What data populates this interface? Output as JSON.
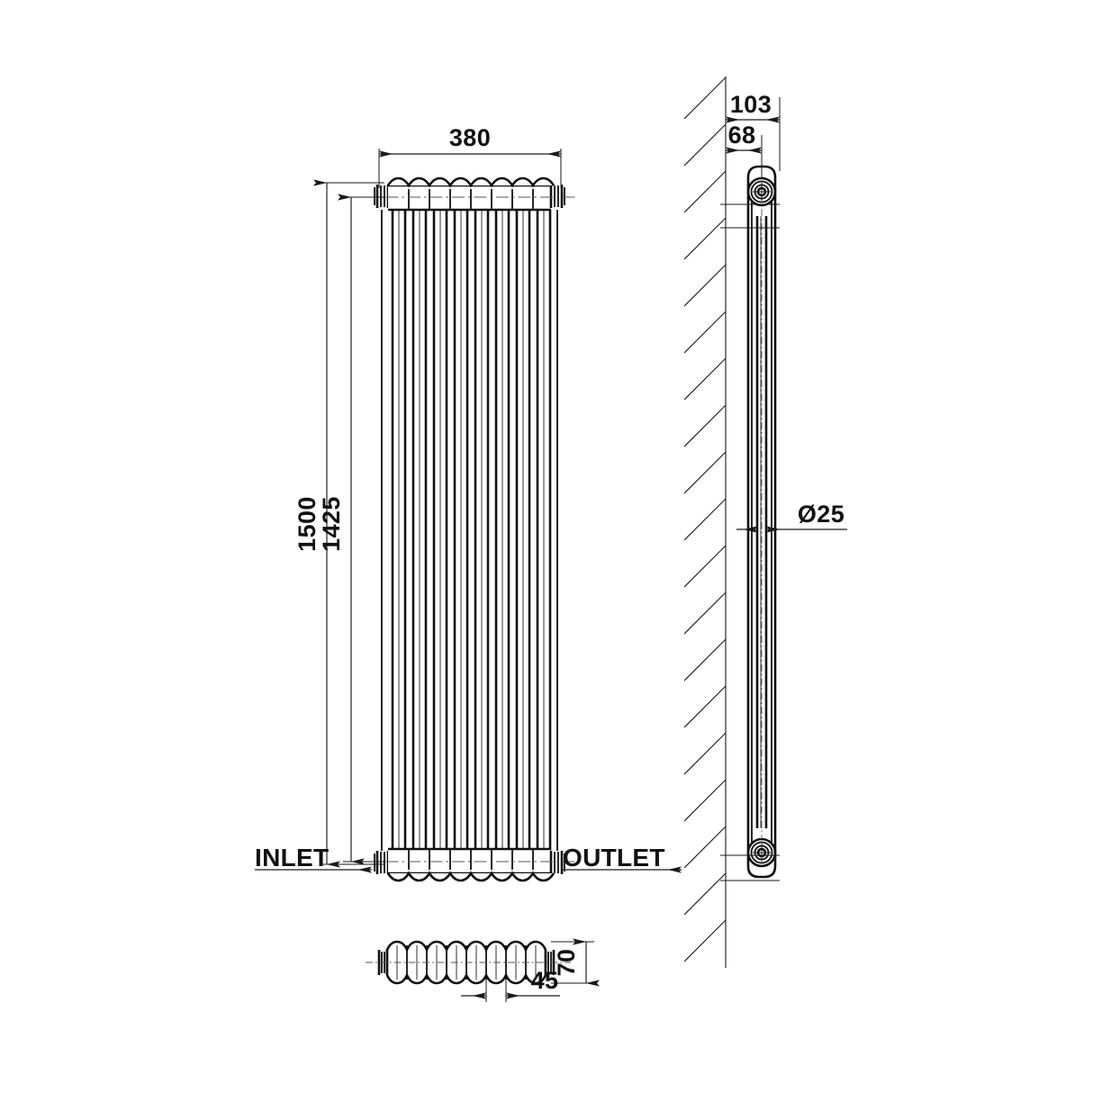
{
  "drawing": {
    "title": "Vertical Column Radiator Technical Drawing",
    "units": "mm",
    "line_color": "#111111",
    "background_color": "#ffffff"
  },
  "front_view": {
    "name": "front-elevation",
    "section_count": 8,
    "dimensions": {
      "width": "380",
      "overall_height": "1500",
      "centre_to_centre_height": "1425"
    },
    "labels": {
      "inlet": "INLET",
      "outlet": "OUTLET"
    }
  },
  "side_view": {
    "name": "side-elevation",
    "dimensions": {
      "wall_to_front": "103",
      "wall_to_valve_centre": "68",
      "tube_diameter": "Ø25"
    }
  },
  "plan_view": {
    "name": "plan-section",
    "section_count": 8,
    "dimensions": {
      "depth": "70",
      "section_pitch": "45"
    }
  },
  "dimension_labels": [
    {
      "id": "dim-380",
      "value": "380",
      "orientation": "horizontal",
      "view": "front"
    },
    {
      "id": "dim-1500",
      "value": "1500",
      "orientation": "vertical",
      "view": "front"
    },
    {
      "id": "dim-1425",
      "value": "1425",
      "orientation": "vertical",
      "view": "front"
    },
    {
      "id": "dim-103",
      "value": "103",
      "orientation": "horizontal",
      "view": "side"
    },
    {
      "id": "dim-68",
      "value": "68",
      "orientation": "horizontal",
      "view": "side"
    },
    {
      "id": "dim-d25",
      "value": "Ø25",
      "orientation": "horizontal",
      "view": "side"
    },
    {
      "id": "dim-70",
      "value": "70",
      "orientation": "vertical",
      "view": "plan"
    },
    {
      "id": "dim-45",
      "value": "45",
      "orientation": "horizontal",
      "view": "plan"
    }
  ]
}
